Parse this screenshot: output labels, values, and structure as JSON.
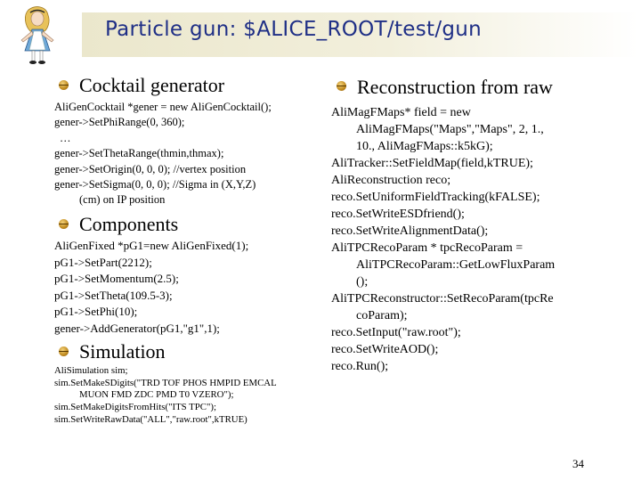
{
  "title": "Particle gun: $ALICE_ROOT/test/gun",
  "colors": {
    "title": "#1f2f86",
    "title_bar": "#ebe7cc",
    "bullet": "#c08a1e"
  },
  "sections": {
    "cocktail": {
      "heading": "Cocktail generator",
      "lines": [
        "AliGenCocktail *gener = new AliGenCocktail();",
        "gener->SetPhiRange(0, 360);",
        "…",
        "gener->SetThetaRange(thmin,thmax);",
        "gener->SetOrigin(0, 0, 0);  //vertex position",
        "gener->SetSigma(0, 0, 0);   //Sigma in (X,Y,Z)",
        "(cm) on IP position"
      ]
    },
    "components": {
      "heading": "Components",
      "lines": [
        "AliGenFixed *pG1=new AliGenFixed(1);",
        "pG1->SetPart(2212);",
        "pG1->SetMomentum(2.5);",
        "pG1->SetTheta(109.5-3);",
        "pG1->SetPhi(10);",
        "gener->AddGenerator(pG1,\"g1\",1);"
      ]
    },
    "simulation": {
      "heading": "Simulation",
      "lines": [
        "AliSimulation sim;",
        "sim.SetMakeSDigits(\"TRD TOF PHOS HMPID EMCAL",
        "MUON FMD ZDC PMD T0 VZERO\");",
        "sim.SetMakeDigitsFromHits(\"ITS TPC\");",
        "sim.SetWriteRawData(\"ALL\",\"raw.root\",kTRUE)"
      ]
    },
    "reconstruction": {
      "heading": "Reconstruction from raw",
      "lines": [
        "AliMagFMaps* field = new",
        "AliMagFMaps(\"Maps\",\"Maps\", 2, 1.,",
        "10., AliMagFMaps::k5kG);",
        "AliTracker::SetFieldMap(field,kTRUE);",
        "AliReconstruction reco;",
        "reco.SetUniformFieldTracking(kFALSE);",
        "reco.SetWriteESDfriend();",
        "reco.SetWriteAlignmentData();",
        "AliTPCRecoParam * tpcRecoParam =",
        "AliTPCRecoParam::GetLowFluxParam",
        "();",
        "AliTPCReconstructor::SetRecoParam(tpcRe",
        "coParam);",
        "reco.SetInput(\"raw.root\");",
        "reco.SetWriteAOD();",
        "reco.Run();"
      ]
    }
  },
  "page_number": "34"
}
